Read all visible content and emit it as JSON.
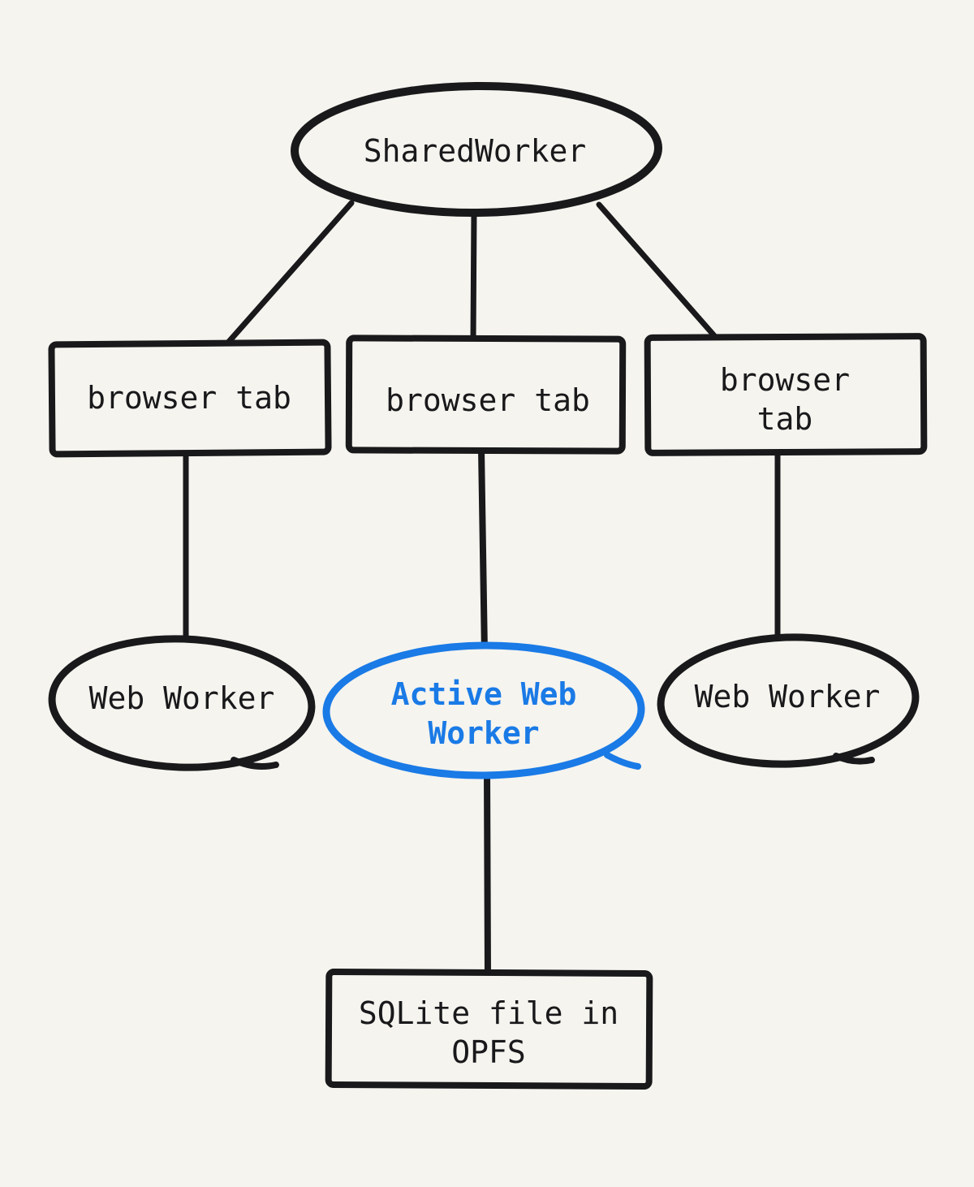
{
  "canvas": {
    "colors": {
      "bg": "#f5f4ef",
      "ink": "#19191b",
      "accent": "#1a7ae6"
    }
  },
  "diagram": {
    "title": "SharedWorker coordination diagram",
    "nodes": {
      "shared_worker": {
        "label": "SharedWorker",
        "shape": "ellipse"
      },
      "tab_left": {
        "label": "browser tab",
        "shape": "rect"
      },
      "tab_center": {
        "label": "browser tab",
        "shape": "rect"
      },
      "tab_right": {
        "label": "browser tab",
        "shape": "rect"
      },
      "worker_left": {
        "label": "Web Worker",
        "shape": "ellipse"
      },
      "worker_active": {
        "label": "Active Web\nWorker",
        "shape": "ellipse",
        "highlight_color": "#1a7ae6"
      },
      "worker_right": {
        "label": "Web Worker",
        "shape": "ellipse"
      },
      "sqlite_file": {
        "label": "SQLite file in\nOPFS",
        "shape": "rect"
      }
    },
    "edges": [
      {
        "from": "shared_worker",
        "to": "tab_left"
      },
      {
        "from": "shared_worker",
        "to": "tab_center"
      },
      {
        "from": "shared_worker",
        "to": "tab_right"
      },
      {
        "from": "tab_left",
        "to": "worker_left"
      },
      {
        "from": "tab_center",
        "to": "worker_active"
      },
      {
        "from": "tab_right",
        "to": "worker_right"
      },
      {
        "from": "worker_active",
        "to": "sqlite_file"
      }
    ]
  }
}
